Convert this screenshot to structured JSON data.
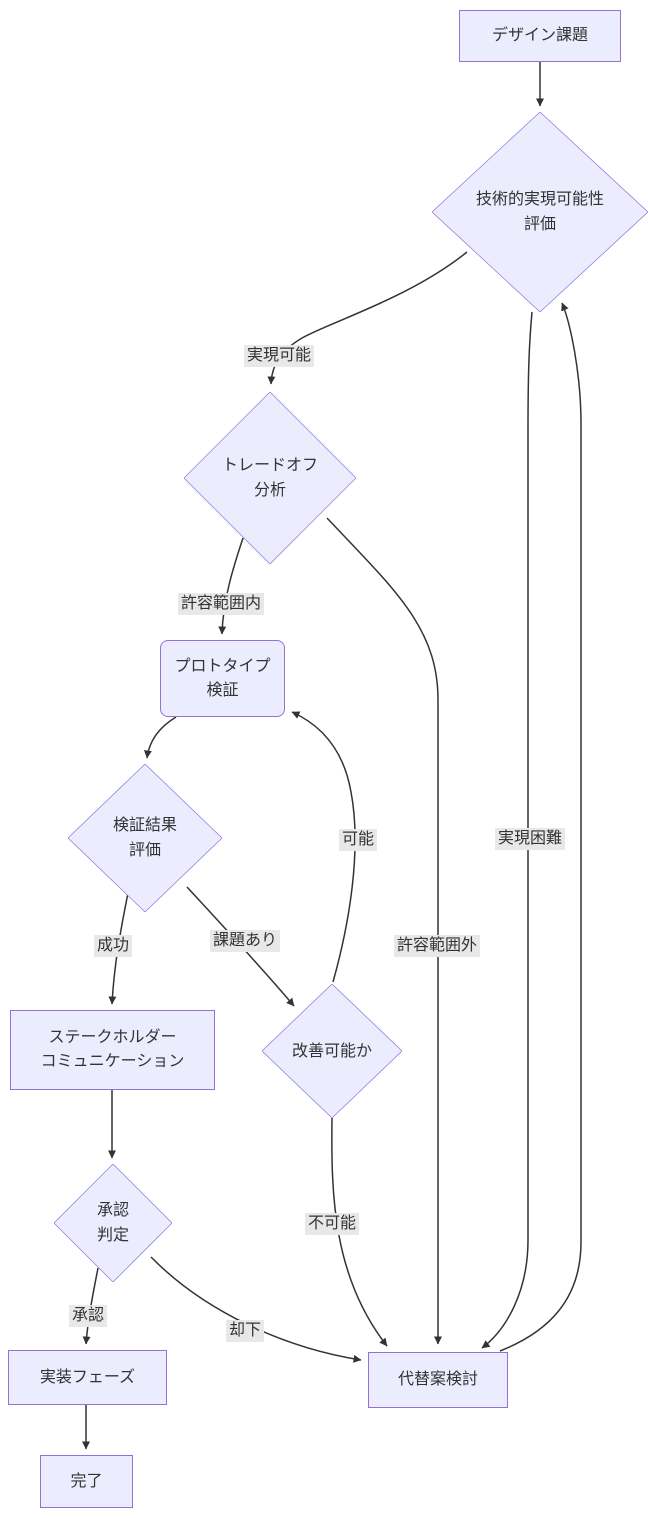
{
  "diagram_type": "flowchart",
  "colors": {
    "node_fill": "#ECECFF",
    "node_border": "#9370DB",
    "edge_line": "#333333",
    "edge_label_bg": "#e8e8e8",
    "text": "#333333",
    "background": "#ffffff"
  },
  "nodes": {
    "design_task": {
      "shape": "rect",
      "label": "デザイン課題"
    },
    "feasibility": {
      "shape": "diamond",
      "lines": [
        "技術的実現可能性",
        "評価"
      ]
    },
    "tradeoff": {
      "shape": "diamond",
      "lines": [
        "トレードオフ",
        "分析"
      ]
    },
    "prototype": {
      "shape": "rounded-rect",
      "lines": [
        "プロトタイプ",
        "検証"
      ]
    },
    "verify_result": {
      "shape": "diamond",
      "lines": [
        "検証結果",
        "評価"
      ]
    },
    "stakeholder": {
      "shape": "rect",
      "lines": [
        "ステークホルダー",
        "コミュニケーション"
      ]
    },
    "improvable": {
      "shape": "diamond",
      "label": "改善可能か"
    },
    "approval": {
      "shape": "diamond",
      "lines": [
        "承認",
        "判定"
      ]
    },
    "implementation": {
      "shape": "rect",
      "label": "実装フェーズ"
    },
    "alternative": {
      "shape": "rect",
      "label": "代替案検討"
    },
    "done": {
      "shape": "rect",
      "label": "完了"
    }
  },
  "edge_labels": {
    "feasible": "実現可能",
    "infeasible": "実現困難",
    "within_tolerance": "許容範囲内",
    "out_of_tolerance": "許容範囲外",
    "success": "成功",
    "has_issues": "課題あり",
    "possible": "可能",
    "impossible": "不可能",
    "approved": "承認",
    "rejected": "却下"
  },
  "edges": [
    {
      "from": "デザイン課題",
      "to": "技術的実現可能性評価",
      "label": ""
    },
    {
      "from": "技術的実現可能性評価",
      "to": "トレードオフ分析",
      "label": "実現可能"
    },
    {
      "from": "技術的実現可能性評価",
      "to": "代替案検討",
      "label": "実現困難"
    },
    {
      "from": "トレードオフ分析",
      "to": "プロトタイプ検証",
      "label": "許容範囲内"
    },
    {
      "from": "トレードオフ分析",
      "to": "代替案検討",
      "label": "許容範囲外"
    },
    {
      "from": "プロトタイプ検証",
      "to": "検証結果評価",
      "label": ""
    },
    {
      "from": "検証結果評価",
      "to": "ステークホルダーコミュニケーション",
      "label": "成功"
    },
    {
      "from": "検証結果評価",
      "to": "改善可能か",
      "label": "課題あり"
    },
    {
      "from": "改善可能か",
      "to": "プロトタイプ検証",
      "label": "可能"
    },
    {
      "from": "改善可能か",
      "to": "代替案検討",
      "label": "不可能"
    },
    {
      "from": "ステークホルダーコミュニケーション",
      "to": "承認判定",
      "label": ""
    },
    {
      "from": "承認判定",
      "to": "実装フェーズ",
      "label": "承認"
    },
    {
      "from": "承認判定",
      "to": "代替案検討",
      "label": "却下"
    },
    {
      "from": "実装フェーズ",
      "to": "完了",
      "label": ""
    },
    {
      "from": "代替案検討",
      "to": "技術的実現可能性評価",
      "label": ""
    }
  ]
}
